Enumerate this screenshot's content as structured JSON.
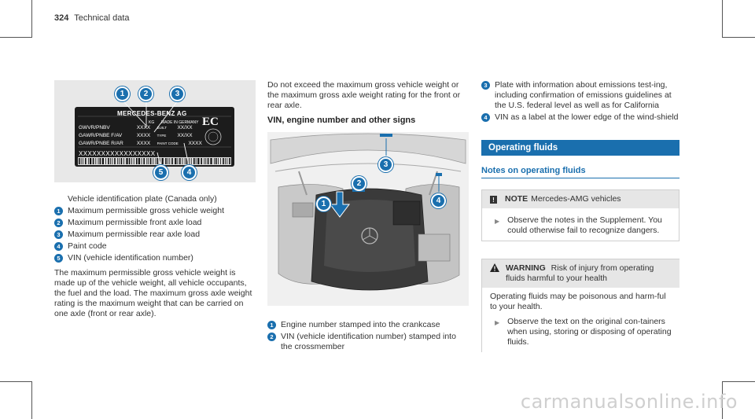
{
  "header": {
    "page_number": "324",
    "section": "Technical data"
  },
  "label_plate": {
    "brand": "MERCEDES-BENZ AG",
    "made_in": "MADE IN GERMANY",
    "kg": "KG",
    "rows": [
      {
        "label": "GWVR/PNBV",
        "value": "XXXX",
        "field": "BUILT",
        "field_value": "XX/XX"
      },
      {
        "label": "GAWR/PNBE F/AV",
        "value": "XXXX",
        "field": "TYPE",
        "field_value": "XX/XX"
      },
      {
        "label": "GAWR/PNBE R/AR",
        "value": "XXXX",
        "field": "PAINT CODE",
        "field_value": "XXXX"
      }
    ],
    "ec_mark": "EC",
    "vin": "XXXXXXXXXXXXXXXXX",
    "callouts": [
      "1",
      "2",
      "3",
      "4",
      "5"
    ]
  },
  "left": {
    "caption": "Vehicle identification plate (Canada only)",
    "items": [
      {
        "n": "1",
        "text": "Maximum permissible gross vehicle weight"
      },
      {
        "n": "2",
        "text": "Maximum permissible front axle load"
      },
      {
        "n": "3",
        "text": "Maximum permissible rear axle load"
      },
      {
        "n": "4",
        "text": "Paint code"
      },
      {
        "n": "5",
        "text": "VIN (vehicle identification number)"
      }
    ],
    "paragraph": "The maximum permissible gross vehicle weight is made up of the vehicle weight, all vehicle occupants, the fuel and the load. The maximum gross axle weight rating is the maximum weight that can be carried on one axle (front or rear axle)."
  },
  "middle": {
    "intro": "Do not exceed the maximum gross vehicle weight or the maximum gross axle weight rating for the front or rear axle.",
    "heading": "VIN, engine number and other signs",
    "engine_callouts": [
      "1",
      "2",
      "3",
      "4"
    ],
    "items": [
      {
        "n": "1",
        "text": "Engine number stamped into the crankcase"
      },
      {
        "n": "2",
        "text": "VIN (vehicle identification number) stamped into the crossmember"
      }
    ]
  },
  "right": {
    "items": [
      {
        "n": "3",
        "text": "Plate with information about emissions test-ing, including confirmation of emissions guidelines at the U.S. federal level as well as for California"
      },
      {
        "n": "4",
        "text": "VIN as a label at the lower edge of the wind-shield"
      }
    ],
    "section_title": "Operating fluids",
    "subsection_title": "Notes on operating fluids",
    "note": {
      "label": "NOTE",
      "title": "Mercedes-AMG vehicles",
      "bullet": "Observe the notes in the Supplement. You could otherwise fail to recognize dangers."
    },
    "warning": {
      "label": "WARNING",
      "title": "Risk of injury from operating fluids harmful to your health",
      "text": "Operating fluids may be poisonous and harm-ful to your health.",
      "bullet": "Observe the text on the original con-tainers when using, storing or disposing of operating fluids."
    }
  },
  "watermark": "carmanualsonline.info",
  "colors": {
    "accent": "#1a6fae",
    "plate": "#1c1c1c",
    "box_header": "#e6e6e6"
  }
}
